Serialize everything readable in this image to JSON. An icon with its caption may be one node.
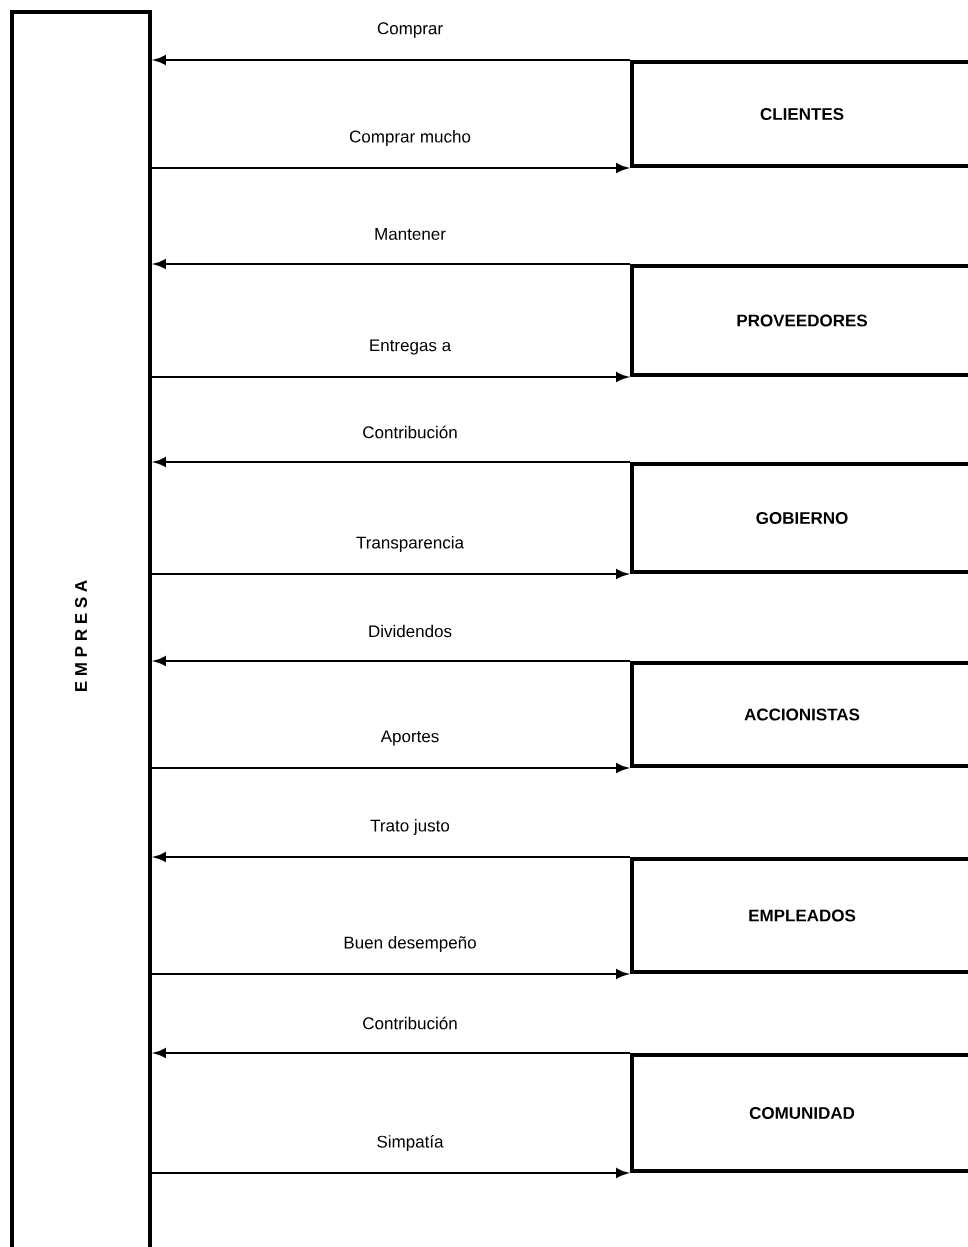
{
  "diagram": {
    "nodes": [
      {
        "text": [
          "E M P R E S A"
        ]
      },
      {
        "text": [
          "CLIENTES"
        ]
      },
      {
        "text": [
          "PROVEEDORES"
        ]
      },
      {
        "text": [
          "GOBIERNO"
        ]
      },
      {
        "text": [
          "ACCIONISTAS"
        ]
      },
      {
        "text": [
          "EMPLEADOS"
        ]
      },
      {
        "text": [
          "COMUNIDAD"
        ]
      }
    ],
    "edges": [
      {
        "from": 1,
        "to": 0,
        "arrow": "to",
        "label": "Comprar"
      },
      {
        "from": 0,
        "to": 1,
        "arrow": "to",
        "label": "Comprar mucho"
      },
      {
        "from": 2,
        "to": 0,
        "arrow": "to",
        "label": "Mantener"
      },
      {
        "from": 0,
        "to": 2,
        "arrow": "to",
        "label": "Entregas a"
      },
      {
        "from": 3,
        "to": 0,
        "arrow": "to",
        "label": "Contribución"
      },
      {
        "from": 0,
        "to": 3,
        "arrow": "to",
        "label": "Transparencia"
      },
      {
        "from": 4,
        "to": 0,
        "arrow": "to",
        "label": "Dividendos"
      },
      {
        "from": 0,
        "to": 4,
        "arrow": "to",
        "label": "Aportes"
      },
      {
        "from": 5,
        "to": 0,
        "arrow": "to",
        "label": "Trato justo"
      },
      {
        "from": 0,
        "to": 5,
        "arrow": "to",
        "label": "Buen desempeño"
      },
      {
        "from": 6,
        "to": 0,
        "arrow": "to",
        "label": "Contribución"
      },
      {
        "from": 0,
        "to": 6,
        "arrow": "to",
        "label": "Simpatía"
      }
    ]
  }
}
